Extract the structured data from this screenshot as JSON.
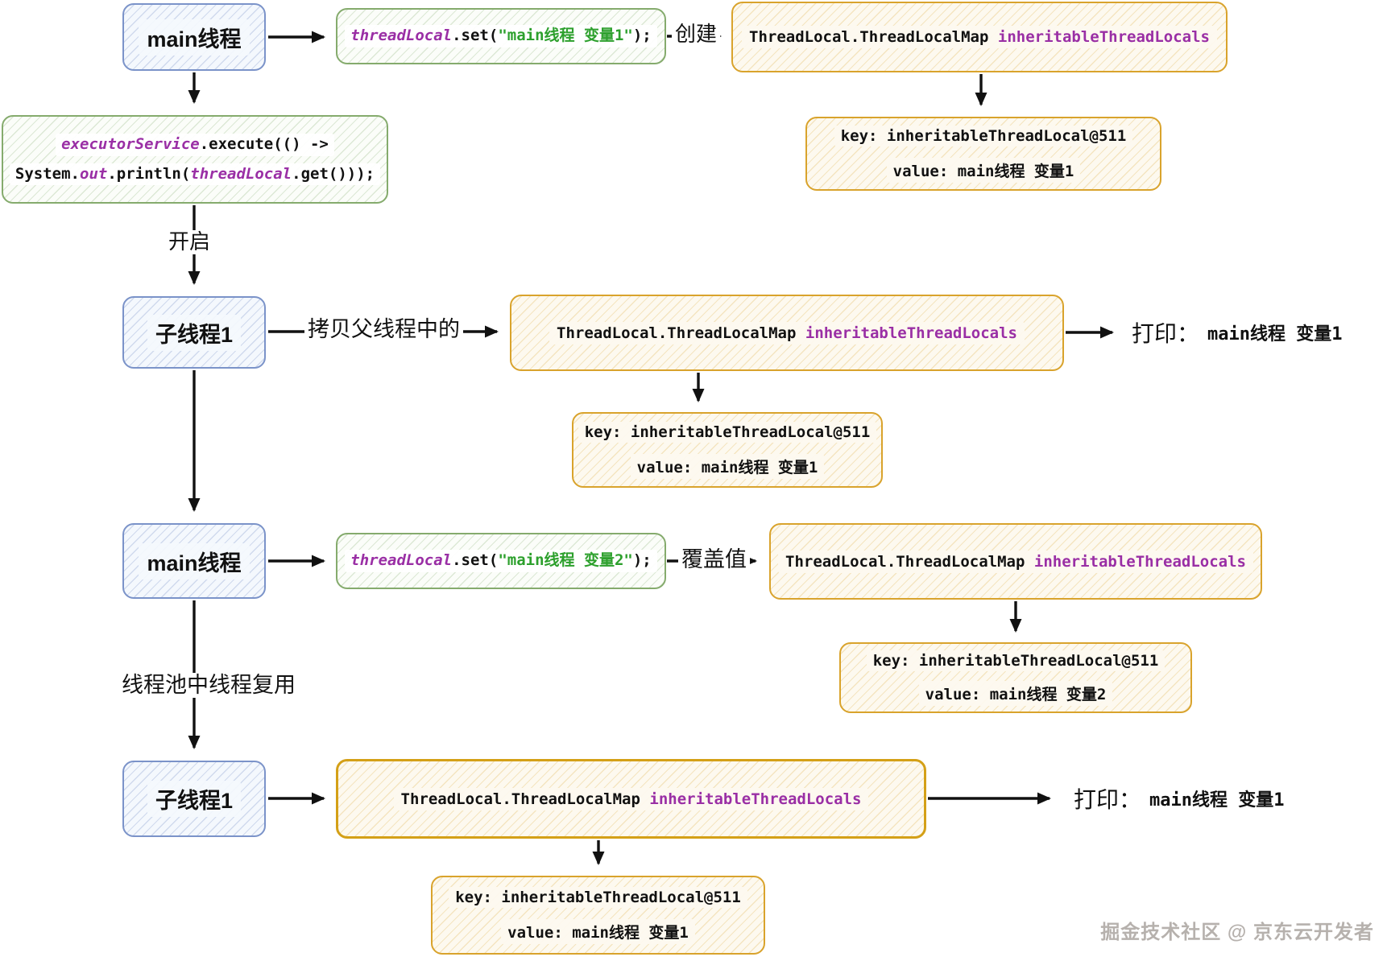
{
  "thread_boxes": {
    "main1": "main线程",
    "child1": "子线程1",
    "main2": "main线程",
    "child2": "子线程1"
  },
  "code": {
    "set1": {
      "var": "threadLocal",
      "call": ".set(",
      "str": "\"main线程 变量1\"",
      "end": ");"
    },
    "set2": {
      "var": "threadLocal",
      "call": ".set(",
      "str": "\"main线程 变量2\"",
      "end": ");"
    },
    "executor": {
      "l1_var": "executorService",
      "l1_rest": ".execute(() ->",
      "l2_a": "System.",
      "l2_b": "out",
      "l2_c": ".println(",
      "l2_d": "threadLocal",
      "l2_e": ".get()));"
    }
  },
  "maps": {
    "map1": {
      "cls": "ThreadLocal.ThreadLocalMap",
      "field": "inheritableThreadLocals"
    },
    "map2": {
      "cls": "ThreadLocal.ThreadLocalMap",
      "field": "inheritableThreadLocals"
    },
    "map3": {
      "cls": "ThreadLocal.ThreadLocalMap",
      "field": "inheritableThreadLocals"
    },
    "map4": {
      "cls": "ThreadLocal.ThreadLocalMap",
      "field": "inheritableThreadLocals"
    }
  },
  "kv": {
    "kv1": {
      "key": "key: inheritableThreadLocal@511",
      "value": "value: main线程 变量1"
    },
    "kv2": {
      "key": "key: inheritableThreadLocal@511",
      "value": "value: main线程 变量1"
    },
    "kv3": {
      "key": "key: inheritableThreadLocal@511",
      "value": "value: main线程 变量2"
    },
    "kv4": {
      "key": "key: inheritableThreadLocal@511",
      "value": "value: main线程 变量1"
    }
  },
  "edge_labels": {
    "create": "创建",
    "start": "开启",
    "copy_parent": "拷贝父线程中的",
    "override": "覆盖值",
    "thread_reuse": "线程池中线程复用"
  },
  "prints": {
    "print1": {
      "label": "打印：",
      "value": "main线程 变量1"
    },
    "print2": {
      "label": "打印：",
      "value": "main线程 变量1"
    }
  },
  "watermark": "掘金技术社区 @ 京东云开发者",
  "colors": {
    "blue_border": "#7b93c9",
    "green_border": "#85ab6d",
    "gold_border": "#d9a32c",
    "purple_identifier": "#9a2fa5",
    "string_green": "#2da02d",
    "arrow_ink": "#111111"
  }
}
